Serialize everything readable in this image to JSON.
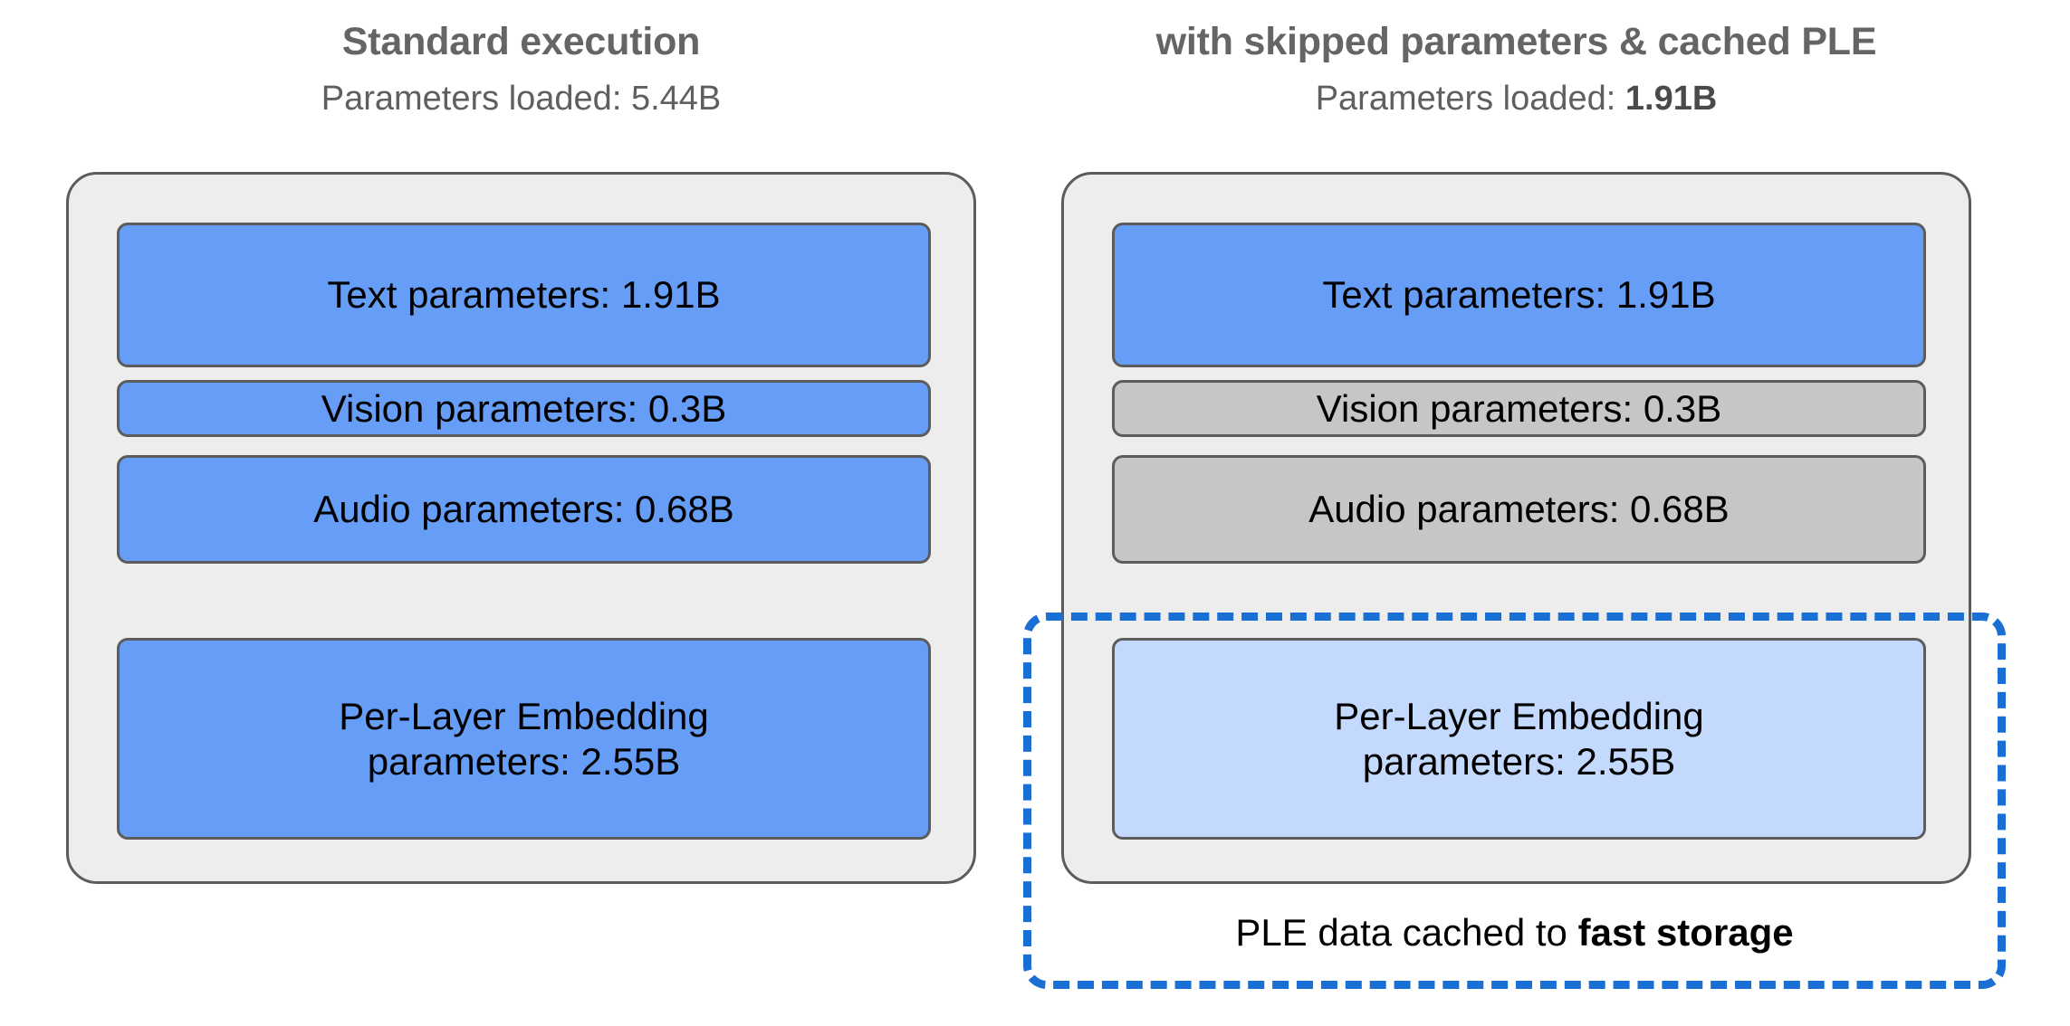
{
  "diagram": {
    "title_left": "Standard execution",
    "title_right": "with skipped parameters & cached PLE",
    "columns": [
      {
        "id": "standard",
        "heading": "Standard execution",
        "subheading_prefix": "Parameters loaded: ",
        "subheading_value": "5.44B",
        "subheading_value_bold": false,
        "blocks": [
          {
            "id": "text",
            "label": "Text parameters: 1.91B",
            "value": "1.91B",
            "state": "loaded",
            "color": "#669df6"
          },
          {
            "id": "vision",
            "label": "Vision parameters: 0.3B",
            "value": "0.3B",
            "state": "loaded",
            "color": "#669df6"
          },
          {
            "id": "audio",
            "label": "Audio parameters: 0.68B",
            "value": "0.68B",
            "state": "loaded",
            "color": "#669df6"
          },
          {
            "id": "ple",
            "label_line1": "Per-Layer Embedding",
            "label_line2": "parameters: 2.55B",
            "value": "2.55B",
            "state": "loaded",
            "color": "#669df6"
          }
        ]
      },
      {
        "id": "optimized",
        "heading": "with skipped parameters & cached PLE",
        "subheading_prefix": "Parameters loaded: ",
        "subheading_value": "1.91B",
        "subheading_value_bold": true,
        "blocks": [
          {
            "id": "text",
            "label": "Text parameters: 1.91B",
            "value": "1.91B",
            "state": "loaded",
            "color": "#669df6"
          },
          {
            "id": "vision",
            "label": "Vision parameters: 0.3B",
            "value": "0.3B",
            "state": "skipped",
            "color": "#c6c6c6"
          },
          {
            "id": "audio",
            "label": "Audio parameters: 0.68B",
            "value": "0.68B",
            "state": "skipped",
            "color": "#c6c6c6"
          },
          {
            "id": "ple",
            "label_line1": "Per-Layer Embedding",
            "label_line2": "parameters: 2.55B",
            "value": "2.55B",
            "state": "cached",
            "color": "#c3d9fd"
          }
        ],
        "cache_caption_prefix": "PLE data cached to ",
        "cache_caption_bold": "fast storage",
        "cache_border_color": "#1a6fd4"
      }
    ],
    "colors": {
      "loaded_blue": "#669df6",
      "skipped_grey": "#c6c6c6",
      "cached_lightblue": "#c3d9fd",
      "panel_fill": "#ededed",
      "stroke": "#5c5c5c",
      "accent_dashed": "#1a6fd4",
      "heading_grey": "#656565",
      "background": "#ffffff"
    }
  }
}
